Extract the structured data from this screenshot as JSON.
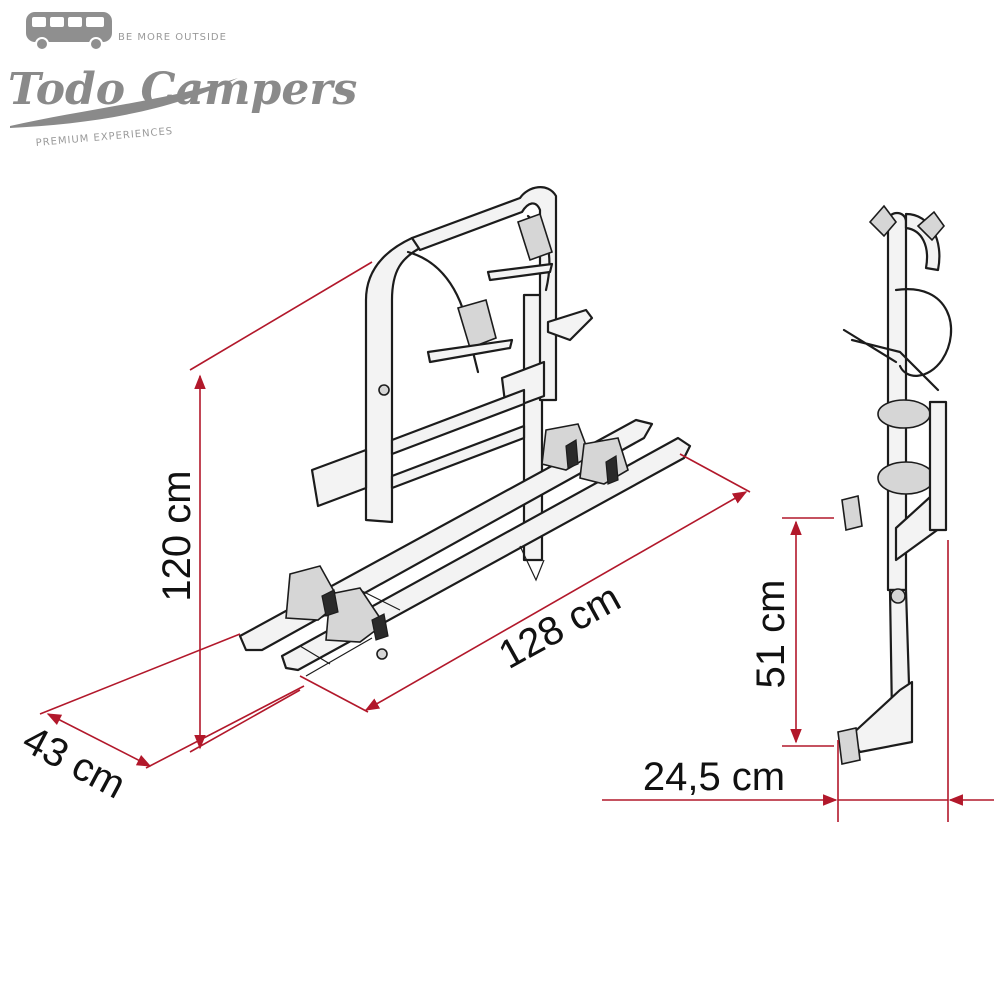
{
  "logo": {
    "tagline": "BE MORE OUTSIDE",
    "brand": "Todo Campers",
    "subtitle": "PREMIUM EXPERIENCES"
  },
  "dimensions": {
    "height": "120 cm",
    "depth": "43 cm",
    "width": "128 cm",
    "side_height": "51 cm",
    "side_depth": "24,5 cm"
  },
  "colors": {
    "dimension_line": "#b2182b",
    "outline": "#1c1c1c",
    "logo": "#8a8a8a"
  }
}
